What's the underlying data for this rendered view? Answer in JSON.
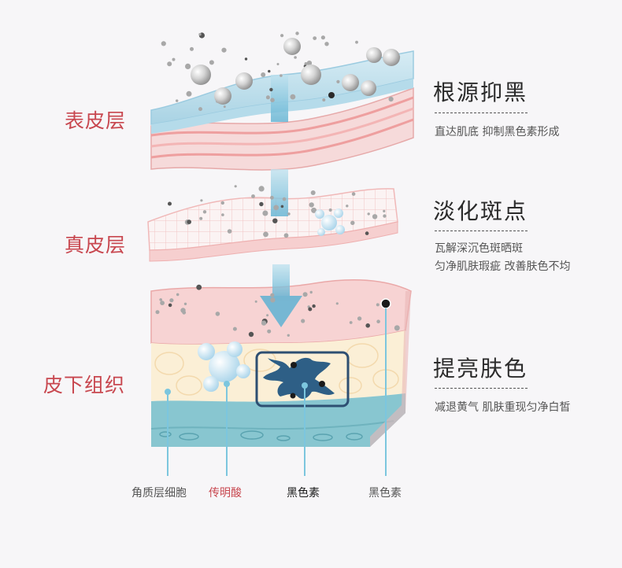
{
  "layers": {
    "epidermis": "表皮层",
    "dermis": "真皮层",
    "subcutaneous": "皮下组织"
  },
  "benefits": [
    {
      "title": "根源抑黑",
      "lines": [
        "直达肌底  抑制黑色素形成"
      ]
    },
    {
      "title": "淡化斑点",
      "lines": [
        "瓦解深沉色斑晒斑",
        "匀净肌肤瑕疵  改善肤色不均"
      ]
    },
    {
      "title": "提亮肤色",
      "lines": [
        "减退黄气  肌肤重现匀净白皙"
      ]
    }
  ],
  "legend": {
    "keratinocyte": "角质层细胞",
    "tranexamic_acid": "传明酸",
    "melanin_cell": "黑色素",
    "melanin_dot": "黑色素"
  },
  "colors": {
    "label_red": "#c8474f",
    "epidermis_blue": "#b9dbe9",
    "skin_pink": "#f4cfcf",
    "fat_yellow": "#fbefd6",
    "tissue_teal": "#7fc0cb",
    "arrow_blue": "#8ecbe0",
    "melanocyte_blue": "#2e5f86"
  }
}
